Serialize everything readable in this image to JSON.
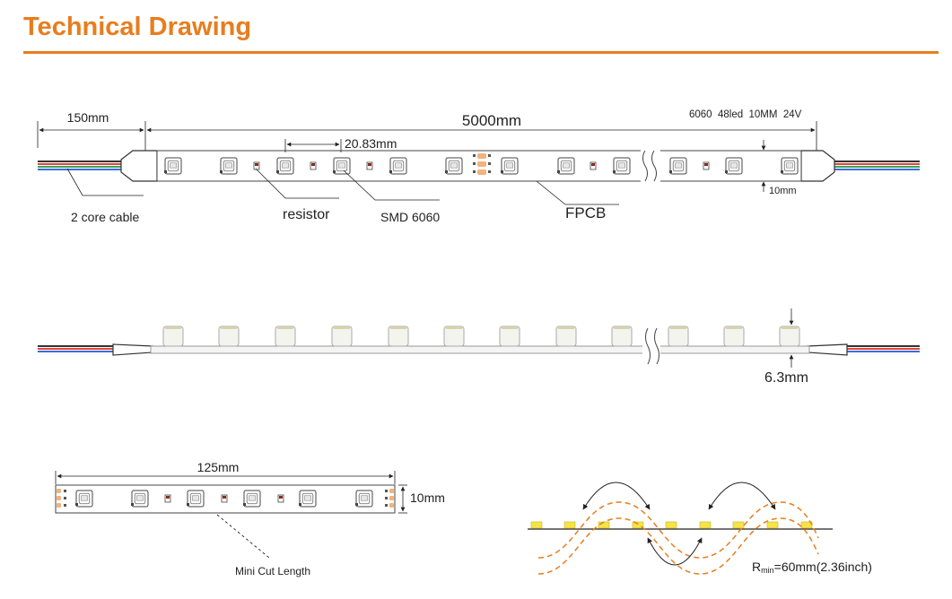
{
  "title": "Technical Drawing",
  "top_view": {
    "cable_length": "150mm",
    "total_length": "5000mm",
    "led_pitch": "20.83mm",
    "spec": "6060  48led  10MM  24V",
    "width": "10mm",
    "labels": {
      "cable": "2 core cable",
      "resistor": "resistor",
      "led": "SMD 6060",
      "pcb": "FPCB"
    }
  },
  "side_view": {
    "height": "6.3mm"
  },
  "cut_view": {
    "length": "125mm",
    "width": "10mm",
    "label": "Mini Cut Length"
  },
  "bend": {
    "radius_prefix": "R",
    "radius_sub": "min",
    "radius_value": "=60mm(2.36inch)"
  },
  "colors": {
    "accent": "#e87d1e",
    "cable_red": "#e0463a",
    "cable_green": "#3aa35a",
    "cable_blue": "#3a6fd6",
    "cable_dark": "#333333",
    "led_yellow": "#f6e34a",
    "pad": "#f2b37a"
  }
}
